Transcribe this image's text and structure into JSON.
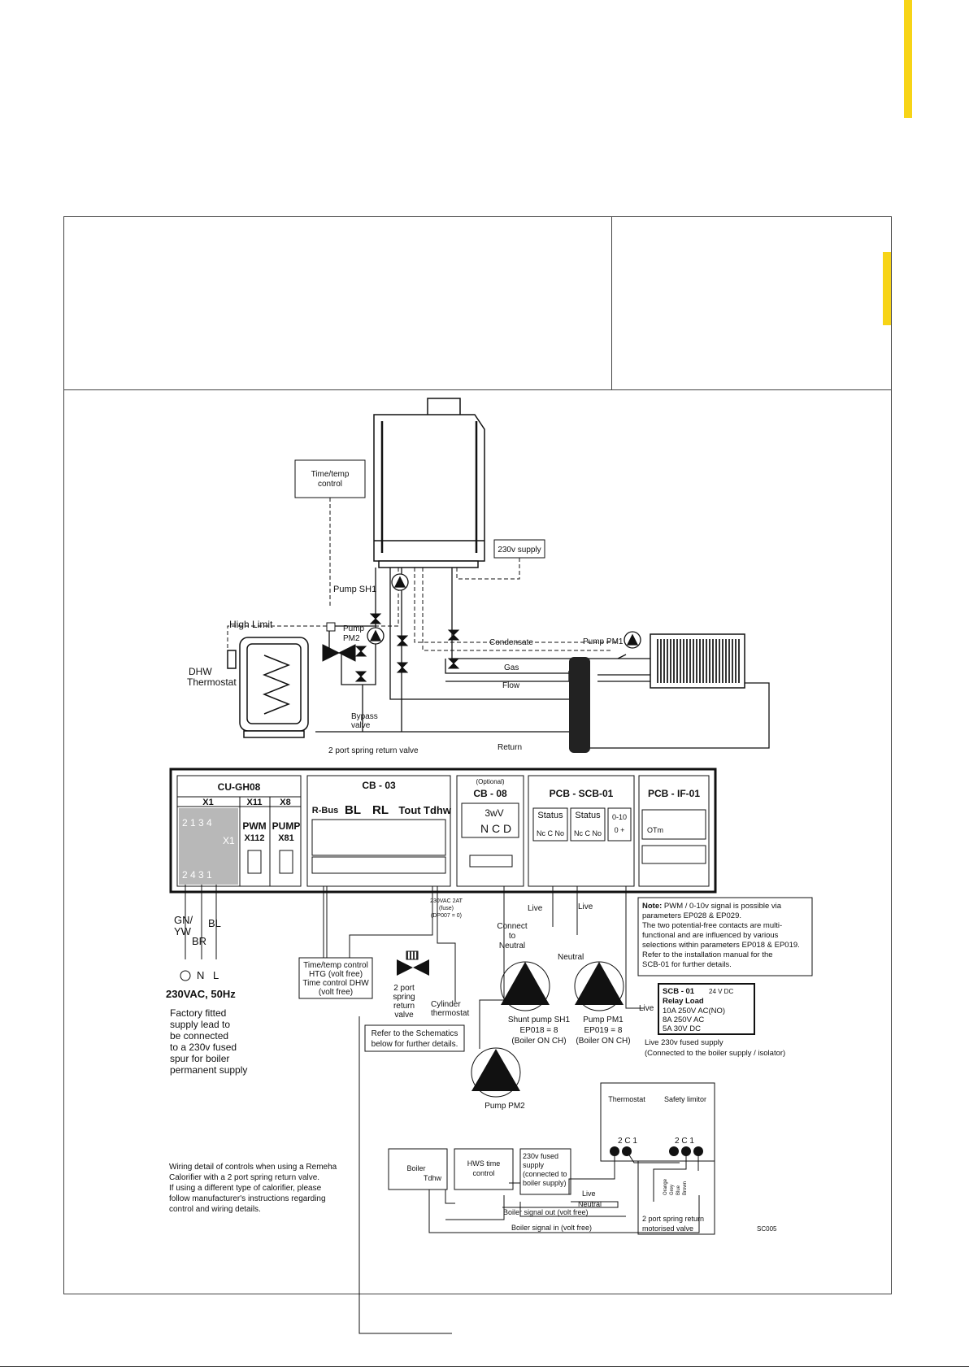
{
  "colors": {
    "accent": "#f7d417",
    "ink": "#111111"
  },
  "diagram": {
    "boiler_top": {
      "time_temp_control": [
        "Time/temp",
        "control"
      ],
      "supply_230v": "230v supply",
      "pump_sh1": "Pump SH1",
      "high_limit": "High Limit",
      "pump_pm2": [
        "Pump",
        "PM2"
      ],
      "dhw_thermostat": [
        "DHW",
        "Thermostat"
      ],
      "condensate": "Condensate",
      "pump_pm1": "Pump PM1",
      "gas": "Gas",
      "flow": "Flow",
      "return": "Return",
      "bypass_valve": [
        "Bypass",
        "valve"
      ],
      "two_port_valve": "2 port spring return valve"
    },
    "panel": {
      "cu_gh08": "CU-GH08",
      "x1": "X1",
      "x11": "X11",
      "x8": "X8",
      "x1_top_terminals": "2 1 3 4",
      "x1_sub": "X1",
      "x1_bottom_terminals": "2 4 3 1",
      "pwm": "PWM",
      "x112": "X112",
      "pump": "PUMP",
      "x81": "X81",
      "cb03": "CB - 03",
      "rbus": "R-Bus",
      "bl": "BL",
      "rl": "RL",
      "tout": "Tout",
      "tdhw": "Tdhw",
      "optional": "(Optional)",
      "cb08": "CB - 08",
      "threewv": "3wV",
      "ncd": "N C D",
      "pcb_scb01": "PCB - SCB-01",
      "status": "Status",
      "ncno": "Nc C No",
      "zero_ten": "0-10",
      "zero_plus": "0 +",
      "pcb_if01": "PCB - IF-01",
      "otm": "OTm"
    },
    "wiring": {
      "gn_yw": [
        "GN/",
        "YW"
      ],
      "br": "BR",
      "bl": "BL",
      "n": "N",
      "l": "L",
      "supply": "230VAC, 50Hz",
      "factory_note": [
        "Factory fitted",
        "supply lead to",
        "be connected",
        "to a 230v fused",
        "spur for boiler",
        "permanent supply"
      ],
      "fuse_note": [
        "230VAC 2AT",
        "(fuse)",
        "(DP007 = 0)"
      ],
      "time_temp_box": [
        "Time/temp control",
        "HTG (volt free)",
        "Time control DHW",
        "(volt free)"
      ],
      "two_port_label": [
        "2 port",
        "spring",
        "return",
        "valve"
      ],
      "cylinder_thermostat": [
        "Cylinder",
        "thermostat"
      ],
      "refer_note": [
        "Refer to the Schematics",
        "below for further details."
      ],
      "live_1": "Live",
      "live_2": "Live",
      "live_3": "Live",
      "connect_neutral": [
        "Connect",
        "to",
        "Neutral"
      ],
      "neutral": "Neutral",
      "shunt_pump": [
        "Shunt pump SH1",
        "EP018 = 8",
        "(Boiler ON CH)"
      ],
      "pump_pm1": [
        "Pump PM1",
        "EP019 = 8",
        "(Boiler ON CH)"
      ],
      "pump_pm2": "Pump PM2",
      "note_title": "Note:",
      "note_lines": [
        " PWM / 0-10v signal is possible via",
        "parameters EP028 & EP029.",
        "The two potential-free contacts are multi-",
        "functional and are influenced by various",
        "selections within parameters EP018 & EP019.",
        "Refer to the installation manual for the",
        "SCB-01 for further details."
      ],
      "scb_title": "SCB - 01",
      "scb_dc": "24 V DC",
      "relay_load": "Relay Load",
      "relay_lines": [
        "10A 250V AC(NO)",
        "8A 250V AC",
        "5A 30V DC"
      ],
      "live_supply": [
        "Live 230v fused supply",
        "(Connected to the boiler supply / isolator)"
      ]
    },
    "schematic": {
      "thermostat": "Thermostat",
      "safety_limitor": "Safety limitor",
      "terms": "2 C 1",
      "wiring_detail": [
        "Wiring detail of controls when using a Remeha",
        "Calorifier with a 2 port spring return valve.",
        "If using a different type of calorifier, please",
        "follow manufacturer's instructions regarding",
        "control and wiring details."
      ],
      "boiler": "Boiler",
      "tdhw": "Tdhw",
      "hws_time": [
        "HWS time",
        "control"
      ],
      "fused_supply": [
        "230v fused",
        "supply",
        "(connected to",
        "boiler supply)"
      ],
      "live": "Live",
      "neutral": "Neutral",
      "wire_colors": [
        "Orange",
        "Grey",
        "Blue",
        "Brown"
      ],
      "valve_label": [
        "2 port spring return",
        "motorised valve"
      ],
      "signal_out": "Boiler signal out (volt free)",
      "signal_in": "Boiler signal in (volt free)",
      "code": "SC005"
    }
  }
}
